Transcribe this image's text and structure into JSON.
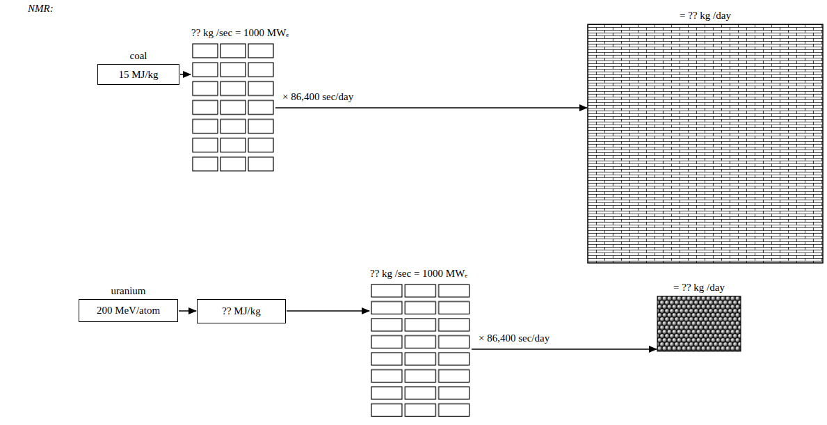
{
  "diagram": {
    "nodes": [
      {
        "text": [
          "coal",
          "15 MJ/kg"
        ]
      },
      {
        "text": [
          "?? kg /sec = 1000 MWₑ"
        ]
      },
      {
        "text": [
          "= ?? kg /day"
        ]
      },
      {
        "text": [
          "uranium",
          "200 MeV/atom"
        ]
      },
      {
        "text": [
          "?? MJ/kg"
        ]
      },
      {
        "text": [
          "?? kg /sec = 1000 MWₑ"
        ]
      },
      {
        "text": [
          "= ?? kg /day"
        ]
      }
    ],
    "edges": [
      {
        "from": 0,
        "to": 1,
        "arrow": "to"
      },
      {
        "from": 1,
        "to": 2,
        "label": "× 86,400 sec/day",
        "arrow": "to"
      },
      {
        "from": 3,
        "to": 4,
        "arrow": "to"
      },
      {
        "from": 4,
        "to": 5,
        "arrow": "to"
      },
      {
        "from": 5,
        "to": 6,
        "label": "× 86,400 sec/day",
        "arrow": "to"
      }
    ],
    "labels": [
      "NMR:"
    ]
  }
}
